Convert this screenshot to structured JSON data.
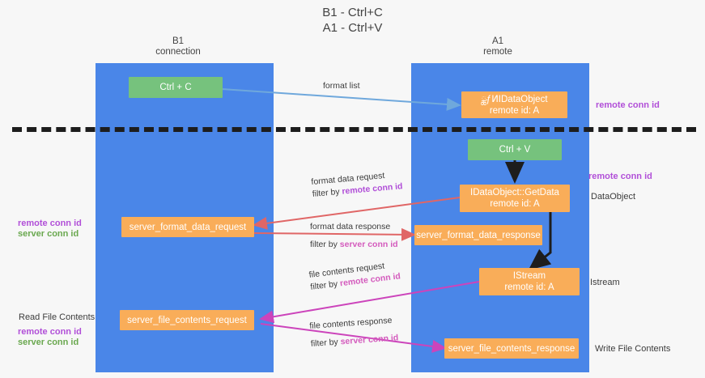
{
  "title": {
    "line1": "B1 - Ctrl+C",
    "line2": "A1 - Ctrl+V"
  },
  "columns": {
    "left": {
      "name": "B1",
      "role": "connection"
    },
    "right": {
      "name": "A1",
      "role": "remote"
    }
  },
  "nodes": {
    "ctrl_c": {
      "label": "Ctrl + C"
    },
    "ctrl_v": {
      "label": "Ctrl + V"
    },
    "idataobject": {
      "line1": "ྪƒͶIDataObject",
      "line2": "remote id: A"
    },
    "getdata": {
      "line1": "IDataObject::GetData",
      "line2": "remote id: A"
    },
    "istream": {
      "line1": "IStream",
      "line2": "remote id: A"
    },
    "server_format_data_request": {
      "label": "server_format_data_request"
    },
    "server_format_data_response": {
      "label": "server_format_data_response"
    },
    "server_file_contents_request": {
      "label": "server_file_contents_request"
    },
    "server_file_contents_response": {
      "label": "server_file_contents_response"
    }
  },
  "arrow_labels": {
    "format_list": {
      "text": "format list"
    },
    "format_data_request": {
      "text": "format data request",
      "filter_prefix": "filter by ",
      "filter_key": "remote conn id"
    },
    "format_data_response": {
      "text": "format data response",
      "filter_prefix": "filter by ",
      "filter_key": "server conn id"
    },
    "file_contents_request": {
      "text": "file contents request",
      "filter_prefix": "filter by ",
      "filter_key": "remote conn id"
    },
    "file_contents_response": {
      "text": "file contents response",
      "filter_prefix": "filter by ",
      "filter_key": "server conn id"
    }
  },
  "right_notes": {
    "remote_conn_id_top": "remote conn id",
    "remote_conn_id_mid": "remote conn id",
    "dataobject": "DataObject",
    "istream": "Istream",
    "write_file_contents": "Write File Contents"
  },
  "left_notes": {
    "remote_conn_id_mid": "remote conn id",
    "server_conn_id_mid": "server conn id",
    "read_file_contents": "Read File Contents",
    "remote_conn_id_bottom": "remote conn id",
    "server_conn_id_bottom": "server conn id"
  },
  "colors": {
    "lane": "#4a86e8",
    "green_box": "#76c27d",
    "orange_box": "#f9ad59",
    "magenta": "#b14fd8",
    "green_text": "#6aa84f",
    "arrow_blue": "#6fa8dc",
    "arrow_red": "#e06666",
    "arrow_magenta": "#cc44bb",
    "arrow_black": "#1d1d1d",
    "background": "#f7f7f7"
  }
}
